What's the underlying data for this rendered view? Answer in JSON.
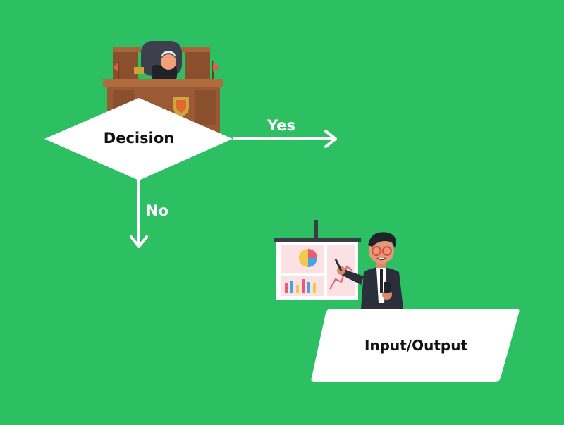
{
  "colors": {
    "background": "#2cc062",
    "shape_fill": "#ffffff",
    "arrow": "#ffffff",
    "text": "#111111"
  },
  "decision": {
    "label": "Decision",
    "icon": "judge-at-bench-illustration"
  },
  "io": {
    "label": "Input/Output",
    "icon": "presenter-with-chart-board-illustration"
  },
  "edges": {
    "yes_label": "Yes",
    "no_label": "No"
  }
}
